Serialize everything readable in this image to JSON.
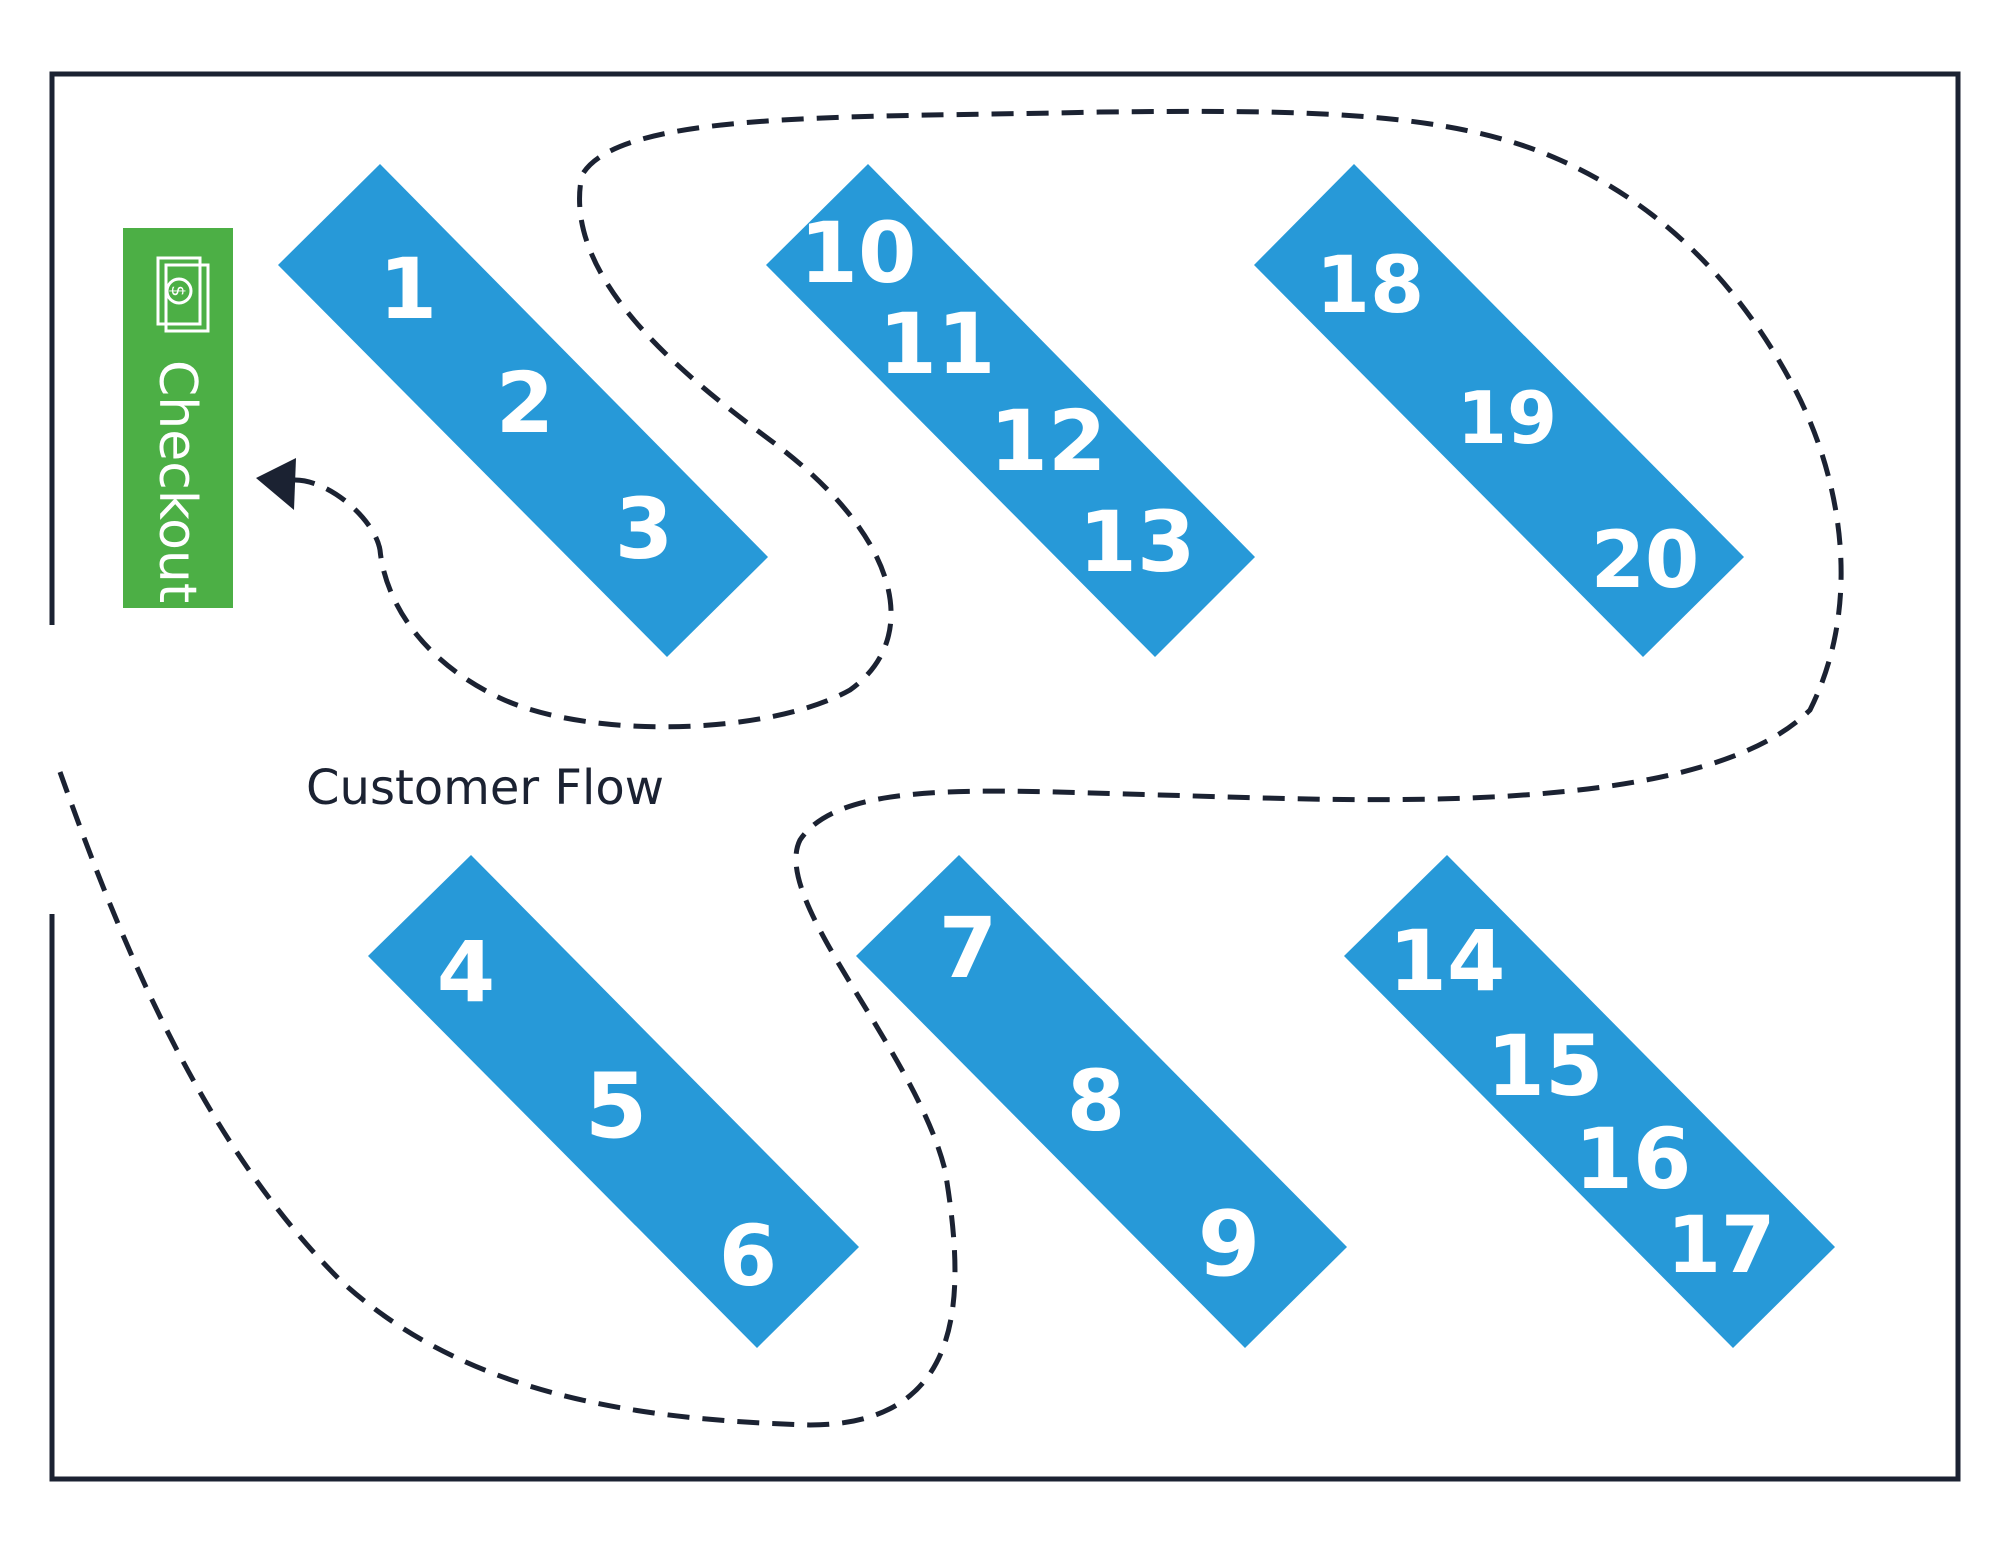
{
  "diagram": {
    "flow_label": "Customer Flow",
    "checkout_label": "Checkout",
    "checkout_icon": "money-icon",
    "colors": {
      "rack": "#2799d8",
      "checkout": "#4caf45",
      "path": "#1b2232",
      "wall": "#1b2232",
      "label": "#ffffff"
    },
    "racks": [
      {
        "id": "rack-a",
        "labels": [
          "1",
          "2",
          "3"
        ]
      },
      {
        "id": "rack-b",
        "labels": [
          "10",
          "11",
          "12",
          "13"
        ]
      },
      {
        "id": "rack-c",
        "labels": [
          "18",
          "19",
          "20"
        ]
      },
      {
        "id": "rack-d",
        "labels": [
          "4",
          "5",
          "6"
        ]
      },
      {
        "id": "rack-e",
        "labels": [
          "7",
          "8",
          "9"
        ]
      },
      {
        "id": "rack-f",
        "labels": [
          "14",
          "15",
          "16",
          "17"
        ]
      }
    ]
  }
}
